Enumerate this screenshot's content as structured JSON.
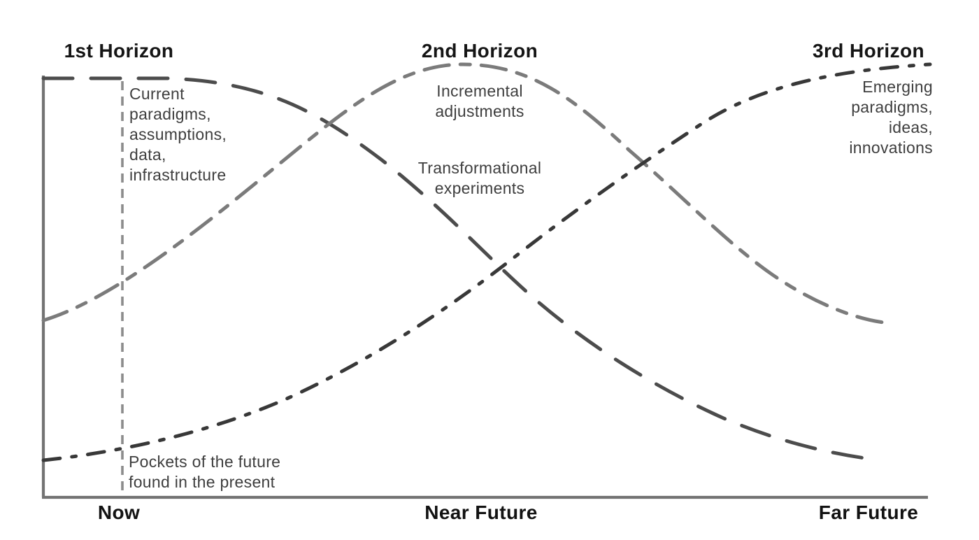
{
  "horizons": {
    "h1": {
      "label": "1st Horizon",
      "annotation": "Current\nparadigms,\nassumptions,\ndata,\ninfrastructure",
      "color": "#4c4c4c"
    },
    "h2": {
      "label": "2nd Horizon",
      "annotation_upper": "Incremental\nadjustments",
      "annotation_lower": "Transformational\nexperiments",
      "color": "#7b7b7b"
    },
    "h3": {
      "label": "3rd Horizon",
      "annotation": "Emerging\nparadigms,\nideas,\ninnovations",
      "color": "#383838"
    }
  },
  "annotations": {
    "pockets": "Pockets of the future\nfound in the present"
  },
  "x_axis": {
    "now": "Now",
    "near_future": "Near Future",
    "far_future": "Far Future"
  },
  "colors": {
    "axis": "#737373",
    "now_dashed_line": "#8c8c8c",
    "title_text": "#151515",
    "annotation_text": "#3e3e3e",
    "background": "#ffffff"
  }
}
